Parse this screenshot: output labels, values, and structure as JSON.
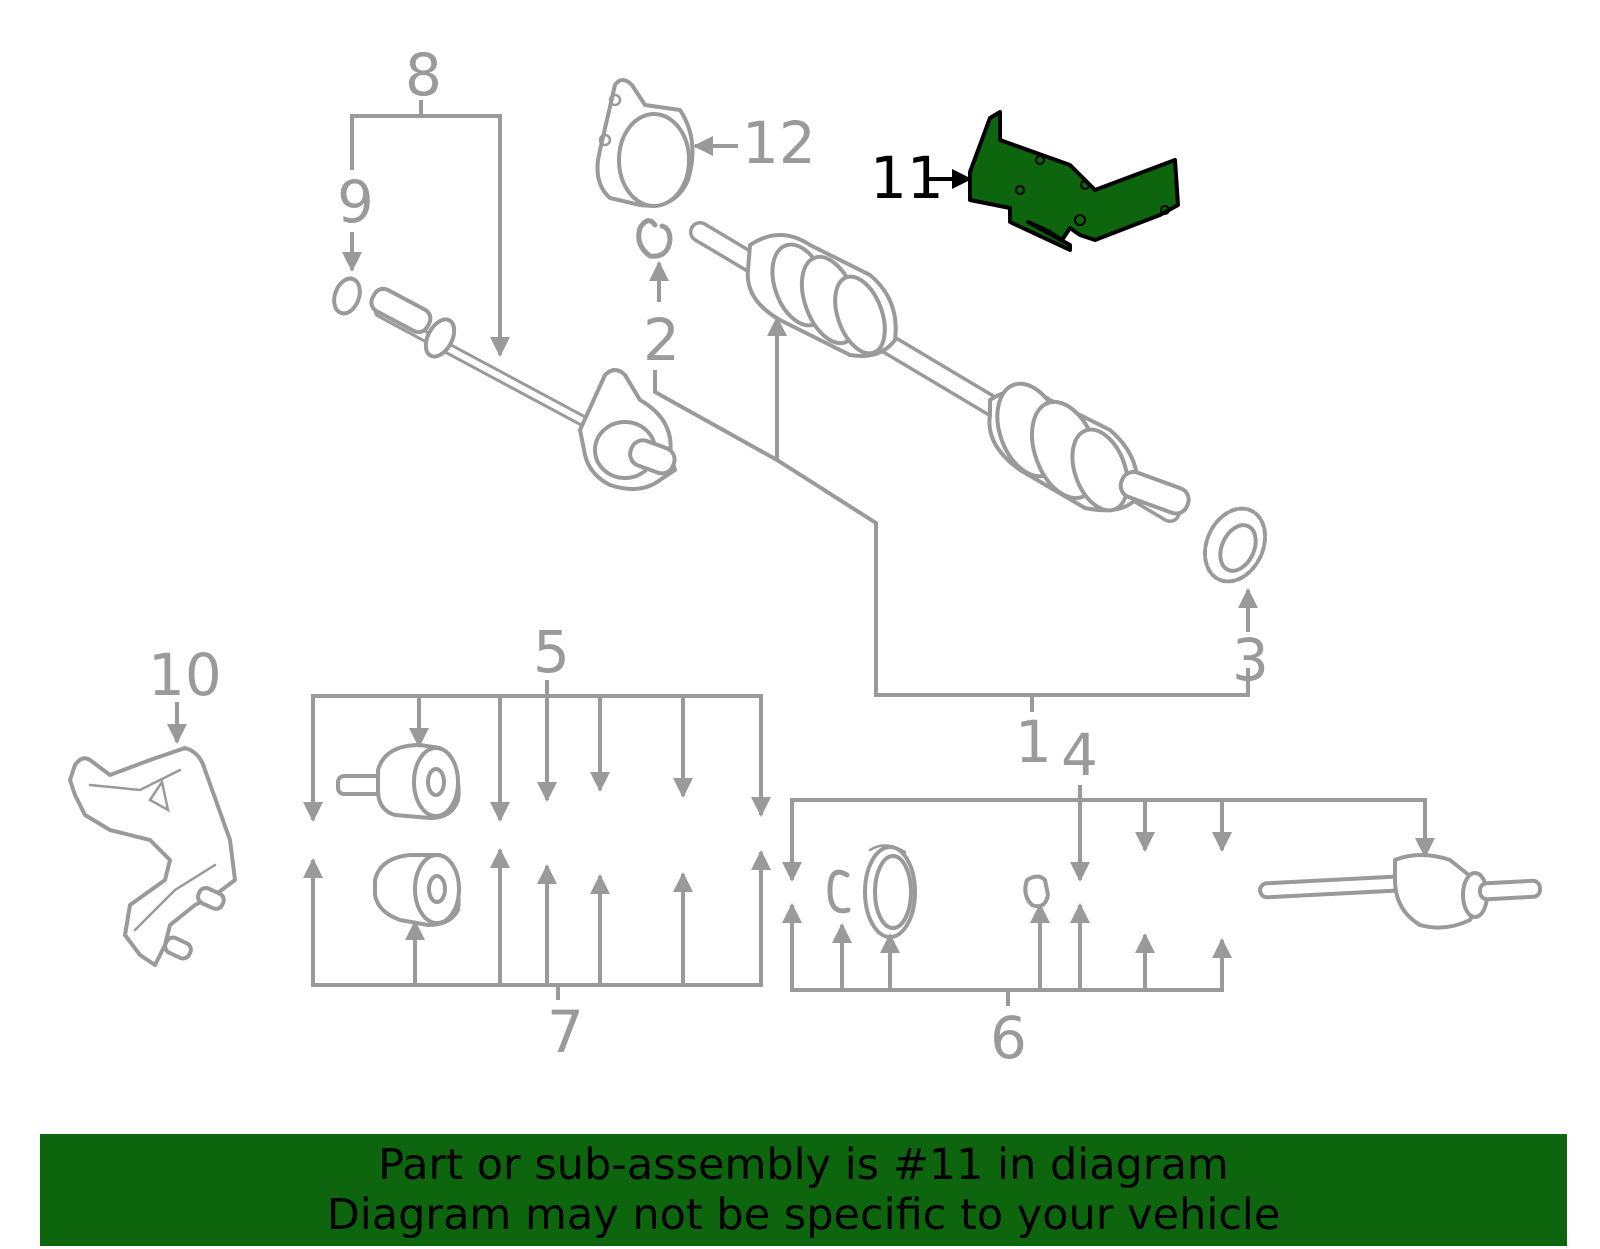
{
  "callouts": {
    "c1": "1",
    "c2": "2",
    "c3": "3",
    "c4": "4",
    "c5": "5",
    "c6": "6",
    "c7": "7",
    "c8": "8",
    "c9": "9",
    "c10": "10",
    "c11": "11",
    "c12": "12"
  },
  "highlight": {
    "part_number": "11",
    "color": "#0d650d"
  },
  "banner": {
    "line1": "Part or sub-assembly is #11 in diagram",
    "line2": "Diagram may not be specific to your vehicle",
    "color": "#0d650d"
  }
}
